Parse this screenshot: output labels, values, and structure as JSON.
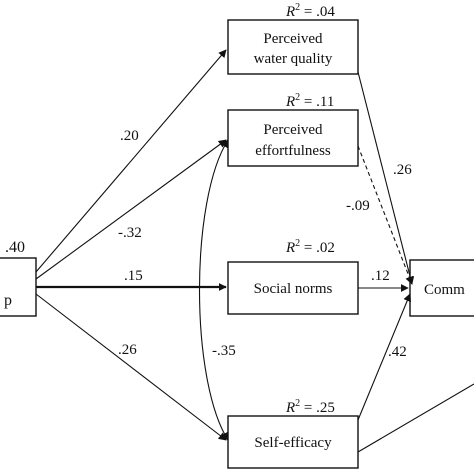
{
  "nodes": {
    "left_partial": {
      "line1": ".40",
      "line2": "p"
    },
    "water_quality": {
      "line1": "Perceived",
      "line2": "water quality",
      "r2": ".04"
    },
    "effortfulness": {
      "line1": "Perceived",
      "line2": "effortfulness",
      "r2": ".11"
    },
    "social_norms": {
      "line1": "Social norms",
      "r2": ".02"
    },
    "self_efficacy": {
      "line1": "Self-efficacy",
      "r2": ".25"
    },
    "outcome_partial": {
      "line1": "Comm"
    }
  },
  "r2_prefix": "R² = ",
  "edges": {
    "left_to_water": ".20",
    "left_to_effort": "-.32",
    "left_to_norms": ".15",
    "left_to_efficacy": ".26",
    "effort_efficacy": "-.35",
    "water_to_outcome": ".26",
    "effort_to_outcome": "-.09",
    "norms_to_outcome": ".12",
    "efficacy_to_outcome": ".42"
  }
}
